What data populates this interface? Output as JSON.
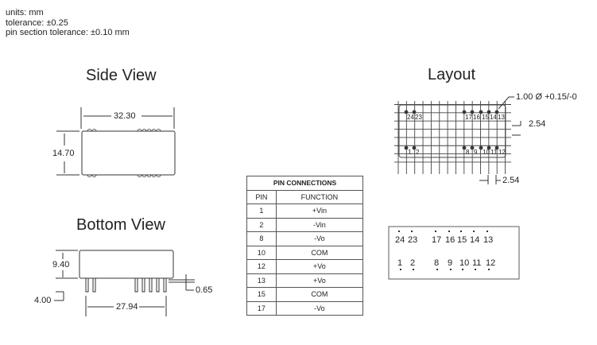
{
  "notes": {
    "units": "units: mm",
    "tolerance": "tolerance: ±0.25",
    "pin_tolerance": "pin section tolerance: ±0.10 mm"
  },
  "side_view": {
    "title": "Side View",
    "width": "32.30",
    "height": "14.70"
  },
  "bottom_view": {
    "title": "Bottom View",
    "height": "9.40",
    "pin_length": "4.00",
    "pin_span": "27.94",
    "pin_width": "0.65"
  },
  "layout": {
    "title": "Layout",
    "hole": "1.00 Ø +0.15/-0",
    "pitch_v": "2.54",
    "pitch_h": "2.54",
    "top_pins": [
      "24",
      "23",
      "17",
      "16",
      "15",
      "14",
      "13"
    ],
    "bottom_pins": [
      "1",
      "2",
      "8",
      "9",
      "10",
      "11",
      "12"
    ]
  },
  "pin_table": {
    "title": "PIN CONNECTIONS",
    "headers": [
      "PIN",
      "FUNCTION"
    ],
    "rows": [
      [
        "1",
        "+Vin"
      ],
      [
        "2",
        "-Vin"
      ],
      [
        "8",
        "-Vo"
      ],
      [
        "10",
        "COM"
      ],
      [
        "12",
        "+Vo"
      ],
      [
        "13",
        "+Vo"
      ],
      [
        "15",
        "COM"
      ],
      [
        "17",
        "-Vo"
      ]
    ]
  },
  "pin_box": {
    "top": [
      "24",
      "23",
      "17",
      "16",
      "15",
      "14",
      "13"
    ],
    "bottom": [
      "1",
      "2",
      "8",
      "9",
      "10",
      "11",
      "12"
    ]
  }
}
